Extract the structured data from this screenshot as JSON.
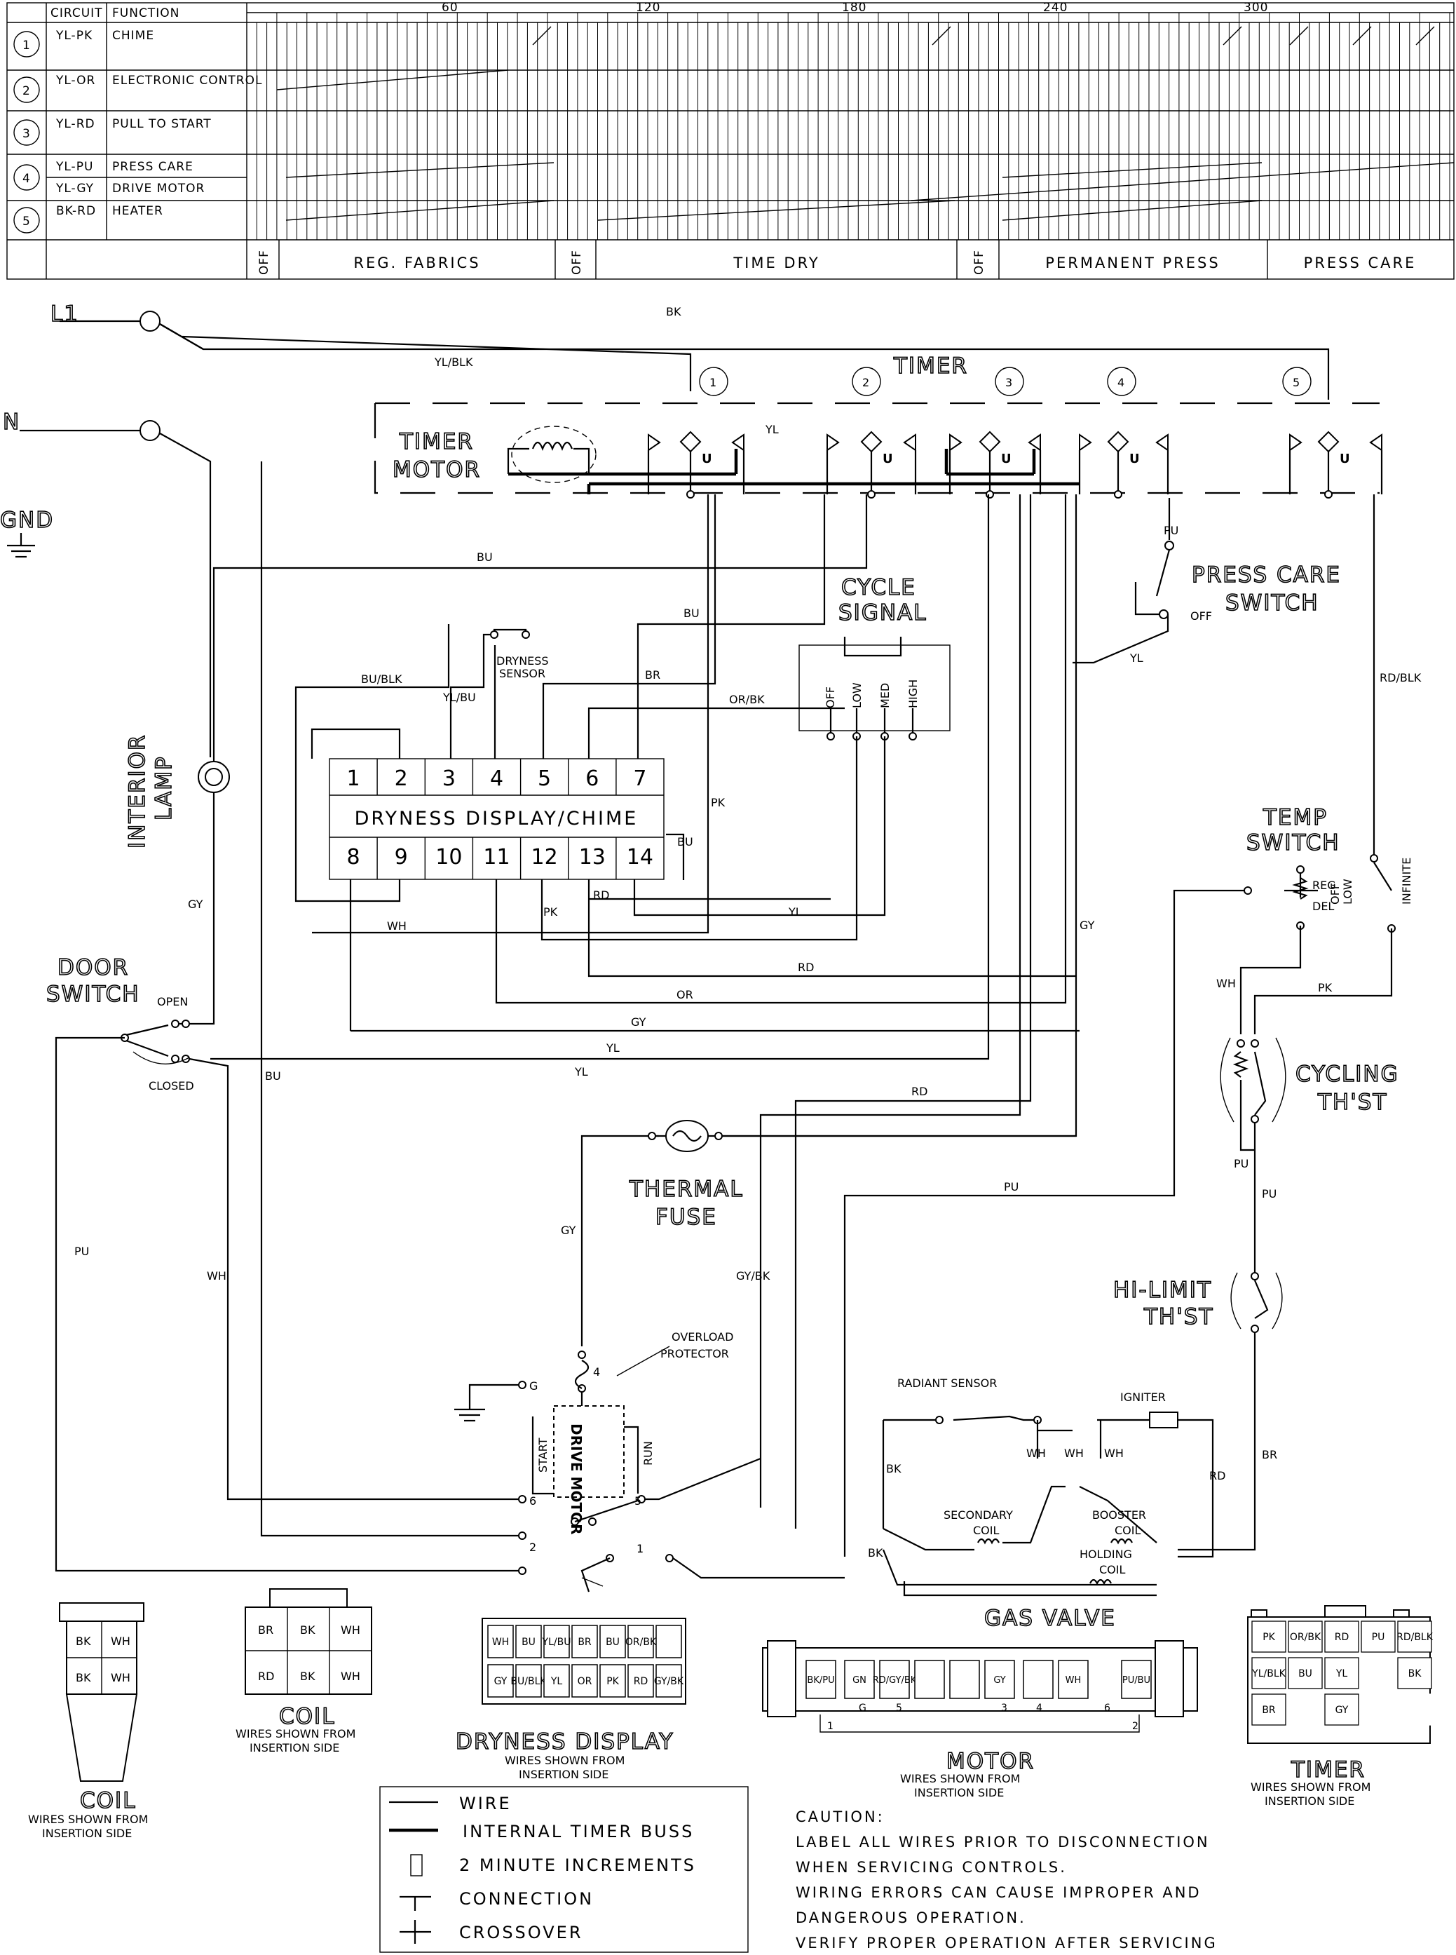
{
  "chart_header": {
    "col_circuit": "CIRCUIT",
    "col_function": "FUNCTION",
    "minute_ticks": [
      "60",
      "120",
      "180",
      "240",
      "300"
    ],
    "rows": [
      {
        "num": "1",
        "circuit": "YL-PK",
        "function": "CHIME"
      },
      {
        "num": "2",
        "circuit": "YL-OR",
        "function": "ELECTRONIC CONTROL"
      },
      {
        "num": "3",
        "circuit": "YL-RD",
        "function": "PULL TO START"
      },
      {
        "num": "4",
        "circuit": "YL-PU",
        "function": "PRESS CARE",
        "circuit2": "YL-GY",
        "function2": "DRIVE MOTOR"
      },
      {
        "num": "5",
        "circuit": "BK-RD",
        "function": "HEATER"
      }
    ],
    "off_label": "OFF",
    "cycles": [
      "REG. FABRICS",
      "TIME DRY",
      "PERMANENT PRESS",
      "PRESS CARE"
    ]
  },
  "components": {
    "l1": "L1",
    "n": "N",
    "gnd": "GND",
    "timer": "TIMER",
    "timer_motor": [
      "TIMER",
      "MOTOR"
    ],
    "timer_contacts": [
      "1",
      "2",
      "3",
      "4",
      "5"
    ],
    "contact_u": "U",
    "press_care_switch": [
      "PRESS CARE",
      "SWITCH"
    ],
    "off": "OFF",
    "cycle_signal": [
      "CYCLE",
      "SIGNAL"
    ],
    "cycle_positions": [
      "OFF",
      "LOW",
      "MED",
      "HIGH"
    ],
    "dryness_sensor": [
      "DRYNESS",
      "SENSOR"
    ],
    "dryness_display_chime": "DRYNESS DISPLAY/CHIME",
    "display_pins_top": [
      "1",
      "2",
      "3",
      "4",
      "5",
      "6",
      "7"
    ],
    "display_pins_bottom": [
      "8",
      "9",
      "10",
      "11",
      "12",
      "13",
      "14"
    ],
    "interior_lamp": [
      "INTERIOR",
      "LAMP"
    ],
    "door_switch": [
      "DOOR",
      "SWITCH"
    ],
    "open": "OPEN",
    "closed": "CLOSED",
    "temp_switch": [
      "TEMP",
      "SWITCH"
    ],
    "temp_positions": [
      "REG",
      "DEL",
      "OFF",
      "LOW",
      "INFINITE"
    ],
    "cycling_thst": [
      "CYCLING",
      "TH'ST"
    ],
    "thermal_fuse": [
      "THERMAL",
      "FUSE"
    ],
    "hi_limit_thst": [
      "HI-LIMIT",
      "TH'ST"
    ],
    "overload_protector": [
      "OVERLOAD",
      "PROTECTOR"
    ],
    "drive_motor": "DRIVE MOTOR",
    "start": "START",
    "run": "RUN",
    "motor_terminals": [
      "G",
      "4",
      "6",
      "5",
      "2",
      "1"
    ],
    "radiant_sensor": "RADIANT SENSOR",
    "igniter": "IGNITER",
    "secondary_coil": [
      "SECONDARY",
      "COIL"
    ],
    "booster_coil": [
      "BOOSTER",
      "COIL"
    ],
    "holding_coil": [
      "HOLDING",
      "COIL"
    ],
    "gas_valve": "GAS VALVE"
  },
  "wire_colors": {
    "bk": "BK",
    "yl_blk": "YL/BLK",
    "yl": "YL",
    "bu": "BU",
    "bu_blk": "BU/BLK",
    "yl_bu": "YL/BU",
    "br": "BR",
    "or_bk": "OR/BK",
    "pk": "PK",
    "rd": "RD",
    "wh": "WH",
    "or": "OR",
    "gy": "GY",
    "pu": "PU",
    "gy_bk": "GY/BK",
    "rd_blk": "RD/BLK"
  },
  "connectors": {
    "coil_left": {
      "cells": [
        "BK",
        "WH",
        "BK",
        "WH"
      ],
      "title": "COIL",
      "sub": [
        "WIRES SHOWN FROM",
        "INSERTION SIDE"
      ]
    },
    "coil_mid": {
      "cells": [
        "BR",
        "BK",
        "WH",
        "RD",
        "BK",
        "WH"
      ],
      "title": "COIL",
      "sub": [
        "WIRES SHOWN FROM",
        "INSERTION SIDE"
      ]
    },
    "dryness_display": {
      "top": [
        "WH",
        "BU",
        "YL/BU",
        "BR",
        "BU",
        "OR/BK",
        ""
      ],
      "bottom": [
        "GY",
        "BU/BLK",
        "YL",
        "OR",
        "PK",
        "RD",
        "GY/BK"
      ],
      "title": "DRYNESS DISPLAY",
      "sub": [
        "WIRES SHOWN FROM",
        "INSERTION SIDE"
      ]
    },
    "motor": {
      "cells": [
        "BK/PU",
        "GN",
        "RD/GY/BK",
        "",
        "",
        "GY",
        "",
        "WH",
        "PU/BU"
      ],
      "pins": [
        "G",
        "5",
        "3",
        "4",
        "6",
        "1",
        "2"
      ],
      "title": "MOTOR",
      "sub": [
        "WIRES SHOWN FROM",
        "INSERTION SIDE"
      ]
    },
    "timer": {
      "top": [
        "PK",
        "OR/BK",
        "RD",
        "PU",
        "RD/BLK"
      ],
      "mid": [
        "YL/BLK",
        "BU",
        "YL",
        "",
        "BK"
      ],
      "bot": [
        "BR",
        "",
        "GY",
        "",
        ""
      ],
      "title": "TIMER",
      "sub": [
        "WIRES SHOWN FROM",
        "INSERTION SIDE"
      ]
    }
  },
  "legend": {
    "items": [
      "WIRE",
      "INTERNAL TIMER BUSS",
      "2 MINUTE INCREMENTS",
      "CONNECTION",
      "CROSSOVER"
    ]
  },
  "caution": {
    "lines": [
      "CAUTION:",
      "LABEL ALL WIRES PRIOR TO DISCONNECTION",
      "WHEN SERVICING CONTROLS.",
      "WIRING ERRORS CAN CAUSE IMPROPER AND",
      "DANGEROUS OPERATION.",
      "VERIFY PROPER OPERATION AFTER SERVICING"
    ]
  }
}
